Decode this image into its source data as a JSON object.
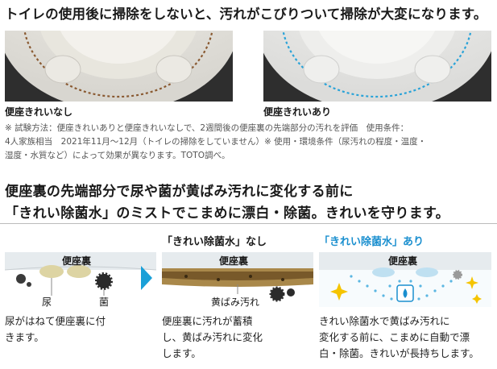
{
  "headline": "トイレの使用後に掃除をしないと、汚れがこびりついて掃除が大変になります。",
  "photos": [
    {
      "caption": "便座きれいなし"
    },
    {
      "caption": "便座きれいあり"
    }
  ],
  "note": {
    "line1": "※ 試験方法：便座きれいありと便座きれいなしで、2週間後の便座裏の先端部分の汚れを評価　使用条件：",
    "line2": "4人家族相当　2021年11月～12月（トイレの掃除をしていません）※ 使用・環境条件（尿汚れの程度・温度・",
    "line3": "湿度・水質など）によって効果が異なります。TOTO調べ。"
  },
  "subheading": {
    "line1": "便座裏の先端部分で尿や菌が黄ばみ汚れに変化する前に",
    "line2": "「きれい除菌水」のミストでこまめに漂白・除菌。きれいを守ります。"
  },
  "panels": [
    {
      "title": "",
      "label": "便座裏",
      "tag_left": "尿",
      "tag_right": "菌",
      "desc": [
        "尿がはねて便座裏に付",
        "きます。"
      ]
    },
    {
      "title": "「きれい除菌水」なし",
      "label": "便座裏",
      "tag": "黄ばみ汚れ",
      "desc": [
        "便座裏に汚れが蓄積",
        "し、黄ばみ汚れに変化",
        "します。"
      ]
    },
    {
      "title": "「きれい除菌水」あり",
      "label": "便座裏",
      "desc": [
        "きれい除菌水で黄ばみ汚れに",
        "変化する前に、こまめに自動で漂",
        "白・除菌。きれいが長持ちします。"
      ]
    }
  ],
  "colors": {
    "stain_dots": "#8a5a32",
    "clean_dots": "#2aa3d8",
    "accent_blue": "#1a8fcf",
    "arrow": "#1aa0d8",
    "sparkle": "#f5c400"
  }
}
